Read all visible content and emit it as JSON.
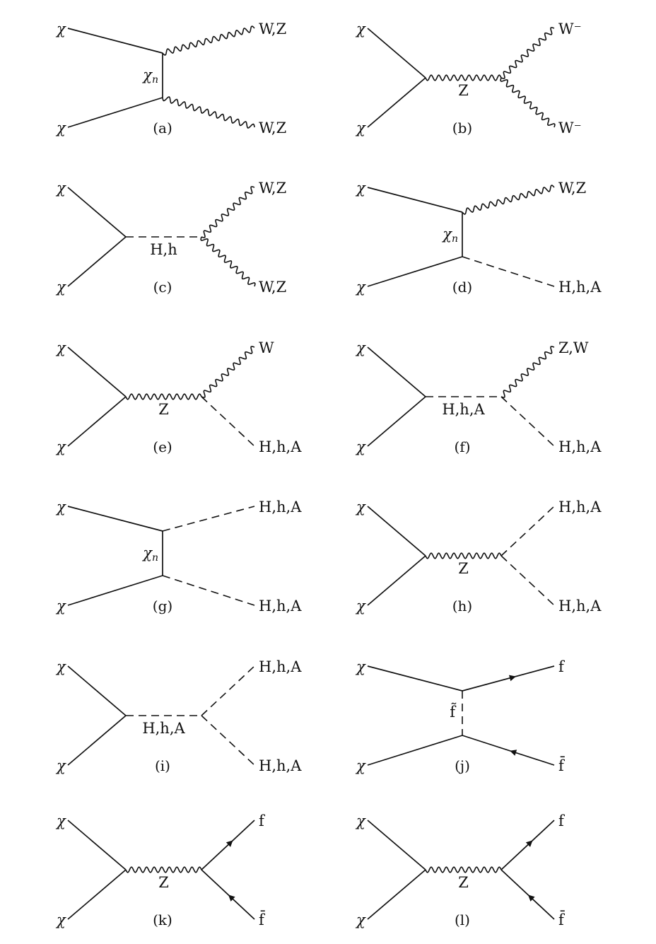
{
  "labels": {
    "chi": "χ",
    "chi_n_base": "χ",
    "chi_n_sub": "n",
    "WZ": "W,Z",
    "Wminus": "W⁻",
    "Z": "Z",
    "Hh": "H,h",
    "Hha": "H,h,A",
    "W": "W",
    "ZW": "Z,W",
    "f": "f",
    "fbar": "f̄",
    "ftilde": "f̃"
  },
  "diagrams": [
    {
      "id": "a",
      "caption": "(a)",
      "kind": "t-channel",
      "exchange": "chi_n",
      "out_top": {
        "label": "W,Z",
        "style": "wavy"
      },
      "out_bottom": {
        "label": "W,Z",
        "style": "wavy"
      }
    },
    {
      "id": "b",
      "caption": "(b)",
      "kind": "s-channel",
      "exchange": {
        "label": "Z",
        "style": "wavy"
      },
      "out_top": {
        "label": "W⁻",
        "style": "wavy"
      },
      "out_bottom": {
        "label": "W⁻",
        "style": "wavy"
      }
    },
    {
      "id": "c",
      "caption": "(c)",
      "kind": "s-channel",
      "exchange": {
        "label": "H,h",
        "style": "dashed"
      },
      "out_top": {
        "label": "W,Z",
        "style": "wavy"
      },
      "out_bottom": {
        "label": "W,Z",
        "style": "wavy"
      }
    },
    {
      "id": "d",
      "caption": "(d)",
      "kind": "t-channel",
      "exchange": "chi_n",
      "out_top": {
        "label": "W,Z",
        "style": "wavy"
      },
      "out_bottom": {
        "label": "H,h,A",
        "style": "dashed"
      }
    },
    {
      "id": "e",
      "caption": "(e)",
      "kind": "s-channel",
      "exchange": {
        "label": "Z",
        "style": "wavy"
      },
      "out_top": {
        "label": "W",
        "style": "wavy"
      },
      "out_bottom": {
        "label": "H,h,A",
        "style": "dashed"
      }
    },
    {
      "id": "f",
      "caption": "(f)",
      "kind": "s-channel",
      "exchange": {
        "label": "H,h,A",
        "style": "dashed"
      },
      "out_top": {
        "label": "Z,W",
        "style": "wavy"
      },
      "out_bottom": {
        "label": "H,h,A",
        "style": "dashed"
      }
    },
    {
      "id": "g",
      "caption": "(g)",
      "kind": "t-channel",
      "exchange": "chi_n",
      "out_top": {
        "label": "H,h,A",
        "style": "dashed"
      },
      "out_bottom": {
        "label": "H,h,A",
        "style": "dashed"
      }
    },
    {
      "id": "h",
      "caption": "(h)",
      "kind": "s-channel",
      "exchange": {
        "label": "Z",
        "style": "wavy"
      },
      "out_top": {
        "label": "H,h,A",
        "style": "dashed"
      },
      "out_bottom": {
        "label": "H,h,A",
        "style": "dashed"
      }
    },
    {
      "id": "i",
      "caption": "(i)",
      "kind": "s-channel",
      "exchange": {
        "label": "H,h,A",
        "style": "dashed"
      },
      "out_top": {
        "label": "H,h,A",
        "style": "dashed"
      },
      "out_bottom": {
        "label": "H,h,A",
        "style": "dashed"
      }
    },
    {
      "id": "j",
      "caption": "(j)",
      "kind": "t-channel",
      "exchange": "f̃",
      "out_top": {
        "label": "f",
        "style": "fermion"
      },
      "out_bottom": {
        "label": "f̄",
        "style": "fermion"
      }
    },
    {
      "id": "k",
      "caption": "(k)",
      "kind": "s-channel",
      "exchange": {
        "label": "Z",
        "style": "wavy"
      },
      "out_top": {
        "label": "f",
        "style": "fermion"
      },
      "out_bottom": {
        "label": "f̄",
        "style": "fermion"
      }
    },
    {
      "id": "l",
      "caption": "(l)",
      "kind": "s-channel",
      "exchange": {
        "label": "Z",
        "style": "wavy"
      },
      "out_top": {
        "label": "f",
        "style": "fermion"
      },
      "out_bottom": {
        "label": "f̄",
        "style": "fermion"
      }
    }
  ]
}
